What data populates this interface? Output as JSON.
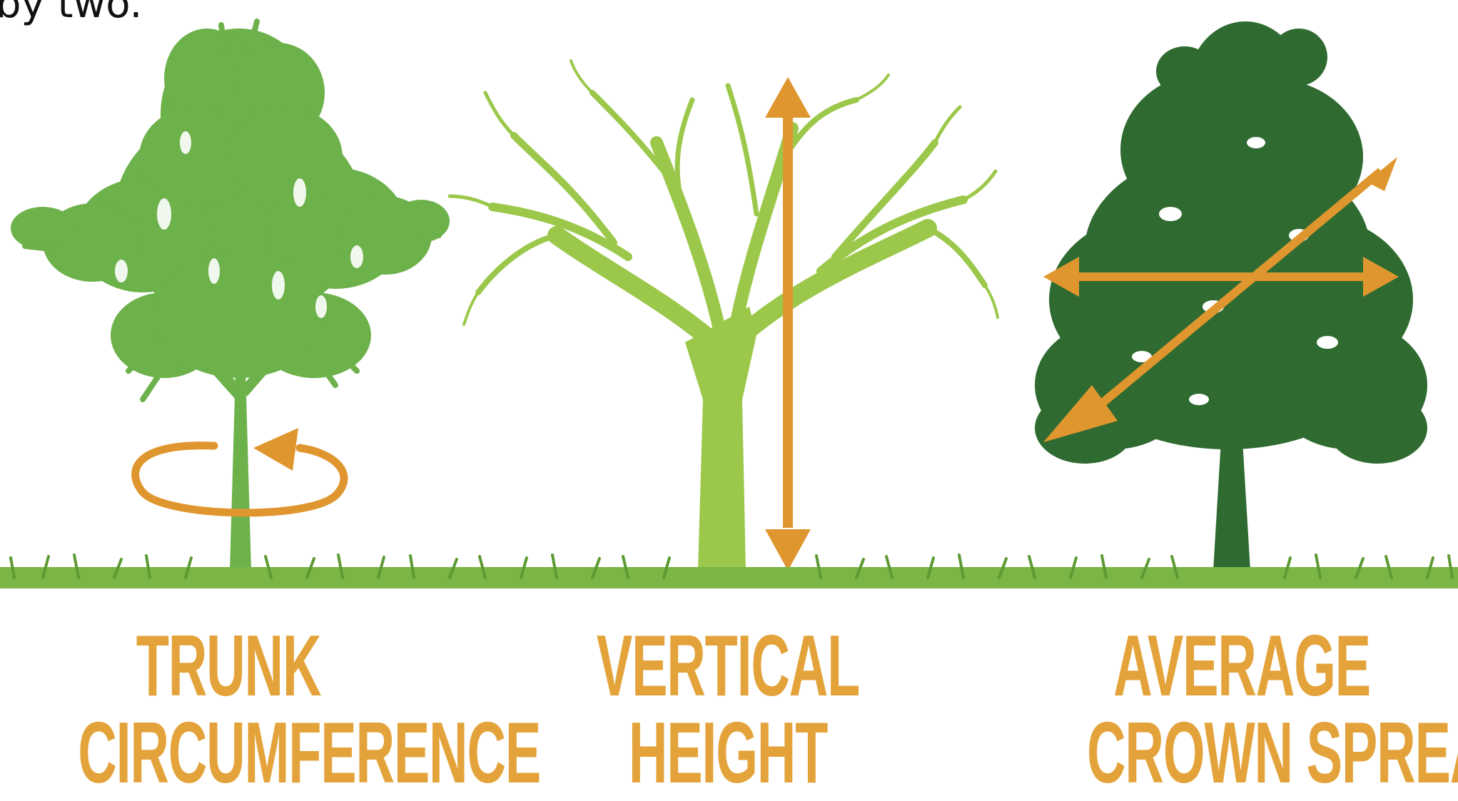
{
  "top_text": "by two.",
  "colors": {
    "trunk_tree": "#6db14b",
    "vertical_tree": "#9bc84a",
    "crown_tree": "#2f6b30",
    "arrow": "#e0962f",
    "grass": "#6fae3f",
    "caption": "#e3a33a"
  },
  "panels": [
    {
      "caption_line1": "TRUNK",
      "caption_line2": "CIRCUMFERENCE",
      "measure_icon": "circular-arrow-icon"
    },
    {
      "caption_line1": "VERTICAL",
      "caption_line2": "HEIGHT",
      "measure_icon": "double-vertical-arrow-icon"
    },
    {
      "caption_line1": "AVERAGE",
      "caption_line2": "CROWN SPREAD",
      "measure_icon": "crossed-arrows-icon"
    }
  ]
}
